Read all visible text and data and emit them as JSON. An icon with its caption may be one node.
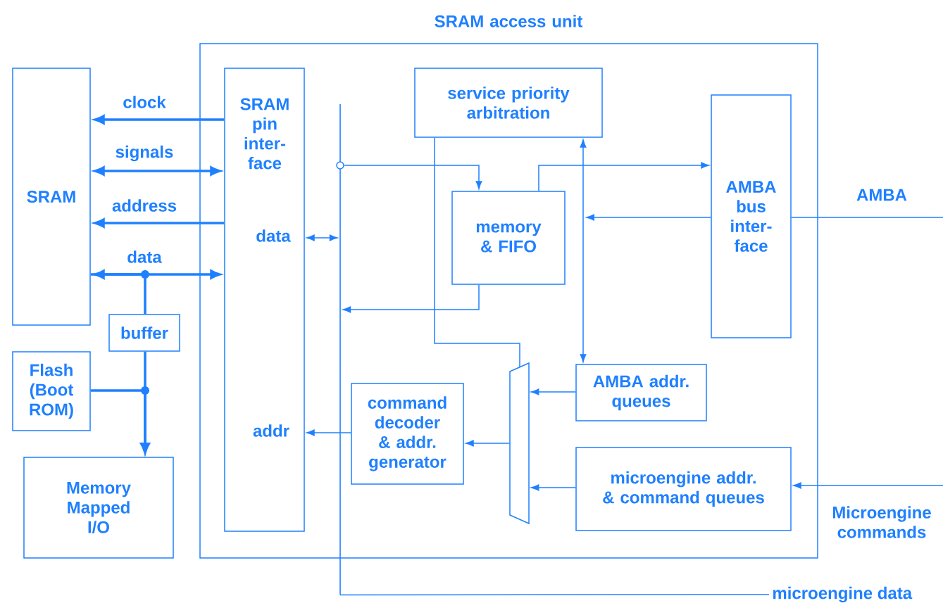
{
  "diagram": {
    "nodes": [
      {
        "text": [
          "SRAM access unit"
        ]
      },
      {
        "text": [
          "SRAM"
        ]
      },
      {
        "text": [
          "SRAM pin inter- face",
          "data",
          "addr"
        ],
        "in": 0
      },
      {
        "text": [
          "service priority arbitration"
        ],
        "in": 0
      },
      {
        "text": [
          "memory & FIFO"
        ],
        "in": 0
      },
      {
        "text": [
          "AMBA bus inter- face"
        ],
        "in": 0
      },
      {
        "text": [
          "AMBA addr. queues"
        ],
        "in": 0
      },
      {
        "text": [
          "command decoder & addr. generator"
        ],
        "in": 0
      },
      {
        "text": [
          "microengine addr. & command queues"
        ],
        "in": 0
      },
      {
        "text": [],
        "shape": "trapezoid",
        "in": 0
      },
      {
        "text": [
          "buffer"
        ]
      },
      {
        "text": [
          "Flash (Boot ROM)"
        ]
      },
      {
        "text": [
          "Memory Mapped I/O"
        ]
      },
      {
        "text": [],
        "shape": "bar"
      },
      {
        "text": [
          "microengine data"
        ]
      }
    ],
    "edges": [
      {
        "from": 2,
        "to": 1,
        "arrow": "to",
        "label": "clock",
        "style": "thick"
      },
      {
        "from": 2,
        "to": 1,
        "arrow": "both",
        "label": "signals",
        "style": "thick"
      },
      {
        "from": 2,
        "to": 1,
        "arrow": "to",
        "label": "address",
        "style": "thick"
      },
      {
        "from": 2,
        "to": 1,
        "arrow": "both",
        "label": "data",
        "style": "thick"
      },
      {
        "from": 10,
        "to": 1,
        "arrow": "none",
        "style": "thick"
      },
      {
        "from": 10,
        "to": 12,
        "arrow": "to",
        "style": "thick"
      },
      {
        "from": 11,
        "to": 12,
        "arrow": "to",
        "style": "thick"
      },
      {
        "from": 2,
        "to": 13,
        "arrow": "both"
      },
      {
        "from": 13,
        "to": 4,
        "arrow": "to"
      },
      {
        "from": 4,
        "to": 13,
        "arrow": "to"
      },
      {
        "from": 4,
        "to": 5,
        "arrow": "to"
      },
      {
        "from": 5,
        "to": null,
        "arrow": "to"
      },
      {
        "from": 3,
        "to": 6,
        "arrow": "both"
      },
      {
        "from": 3,
        "to": 9,
        "arrow": "none"
      },
      {
        "from": 6,
        "to": 9,
        "arrow": "to"
      },
      {
        "from": 8,
        "to": 9,
        "arrow": "to"
      },
      {
        "from": 9,
        "to": 7,
        "arrow": "to"
      },
      {
        "from": 7,
        "to": 2,
        "arrow": "to"
      },
      {
        "from": 5,
        "to": null,
        "arrow": "none",
        "label": "AMBA"
      },
      {
        "from": null,
        "to": 8,
        "arrow": "to",
        "label": "Microengine commands"
      },
      {
        "from": 13,
        "to": 14,
        "arrow": "none"
      }
    ]
  }
}
